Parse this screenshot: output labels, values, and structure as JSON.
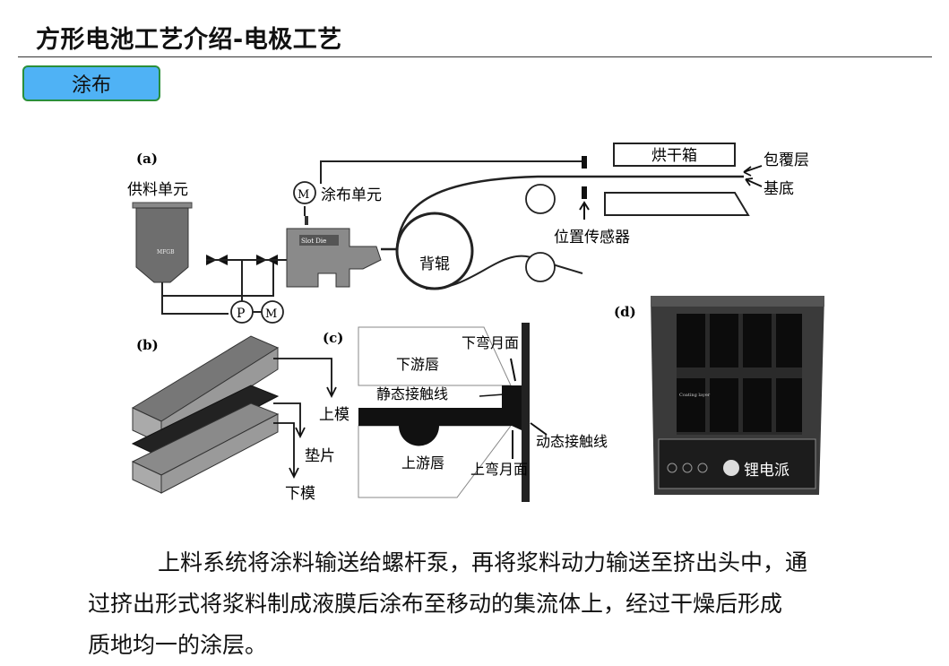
{
  "header": {
    "title": "方形电池工艺介绍-电极工艺"
  },
  "section_tag": {
    "label": "涂布"
  },
  "figure": {
    "panel_a": {
      "letter": "(a)",
      "supply_unit": "供料单元",
      "coating_unit": "涂布单元",
      "motor_symbol": "M",
      "pump_symbol": "P",
      "slot_die": "Slot Die",
      "tank_label": "MFGB",
      "back_roll": "背辊",
      "oven": "烘干箱",
      "coating_layer": "包覆层",
      "substrate": "基底",
      "position_sensor": "位置传感器"
    },
    "panel_b": {
      "letter": "(b)",
      "upper_die": "上模",
      "shim": "垫片",
      "lower_die": "下模"
    },
    "panel_c": {
      "letter": "(c)",
      "downstream_lip": "下游唇",
      "lower_meniscus": "下弯月面",
      "static_contact_line": "静态接触线",
      "dynamic_contact_line": "动态接触线",
      "upstream_lip": "上游唇",
      "upper_meniscus": "上弯月面"
    },
    "panel_d": {
      "letter": "(d)",
      "inner_label": "Coating layer",
      "watermark": "锂电派"
    }
  },
  "paragraph": {
    "lines": [
      "上料系统将涂料输送给螺杆泵，再将浆料动力输送至挤出头中，通",
      "过挤出形式将浆料制成液膜后涂布至移动的集流体上，经过干燥后形成",
      "质地均一的涂层。"
    ]
  }
}
